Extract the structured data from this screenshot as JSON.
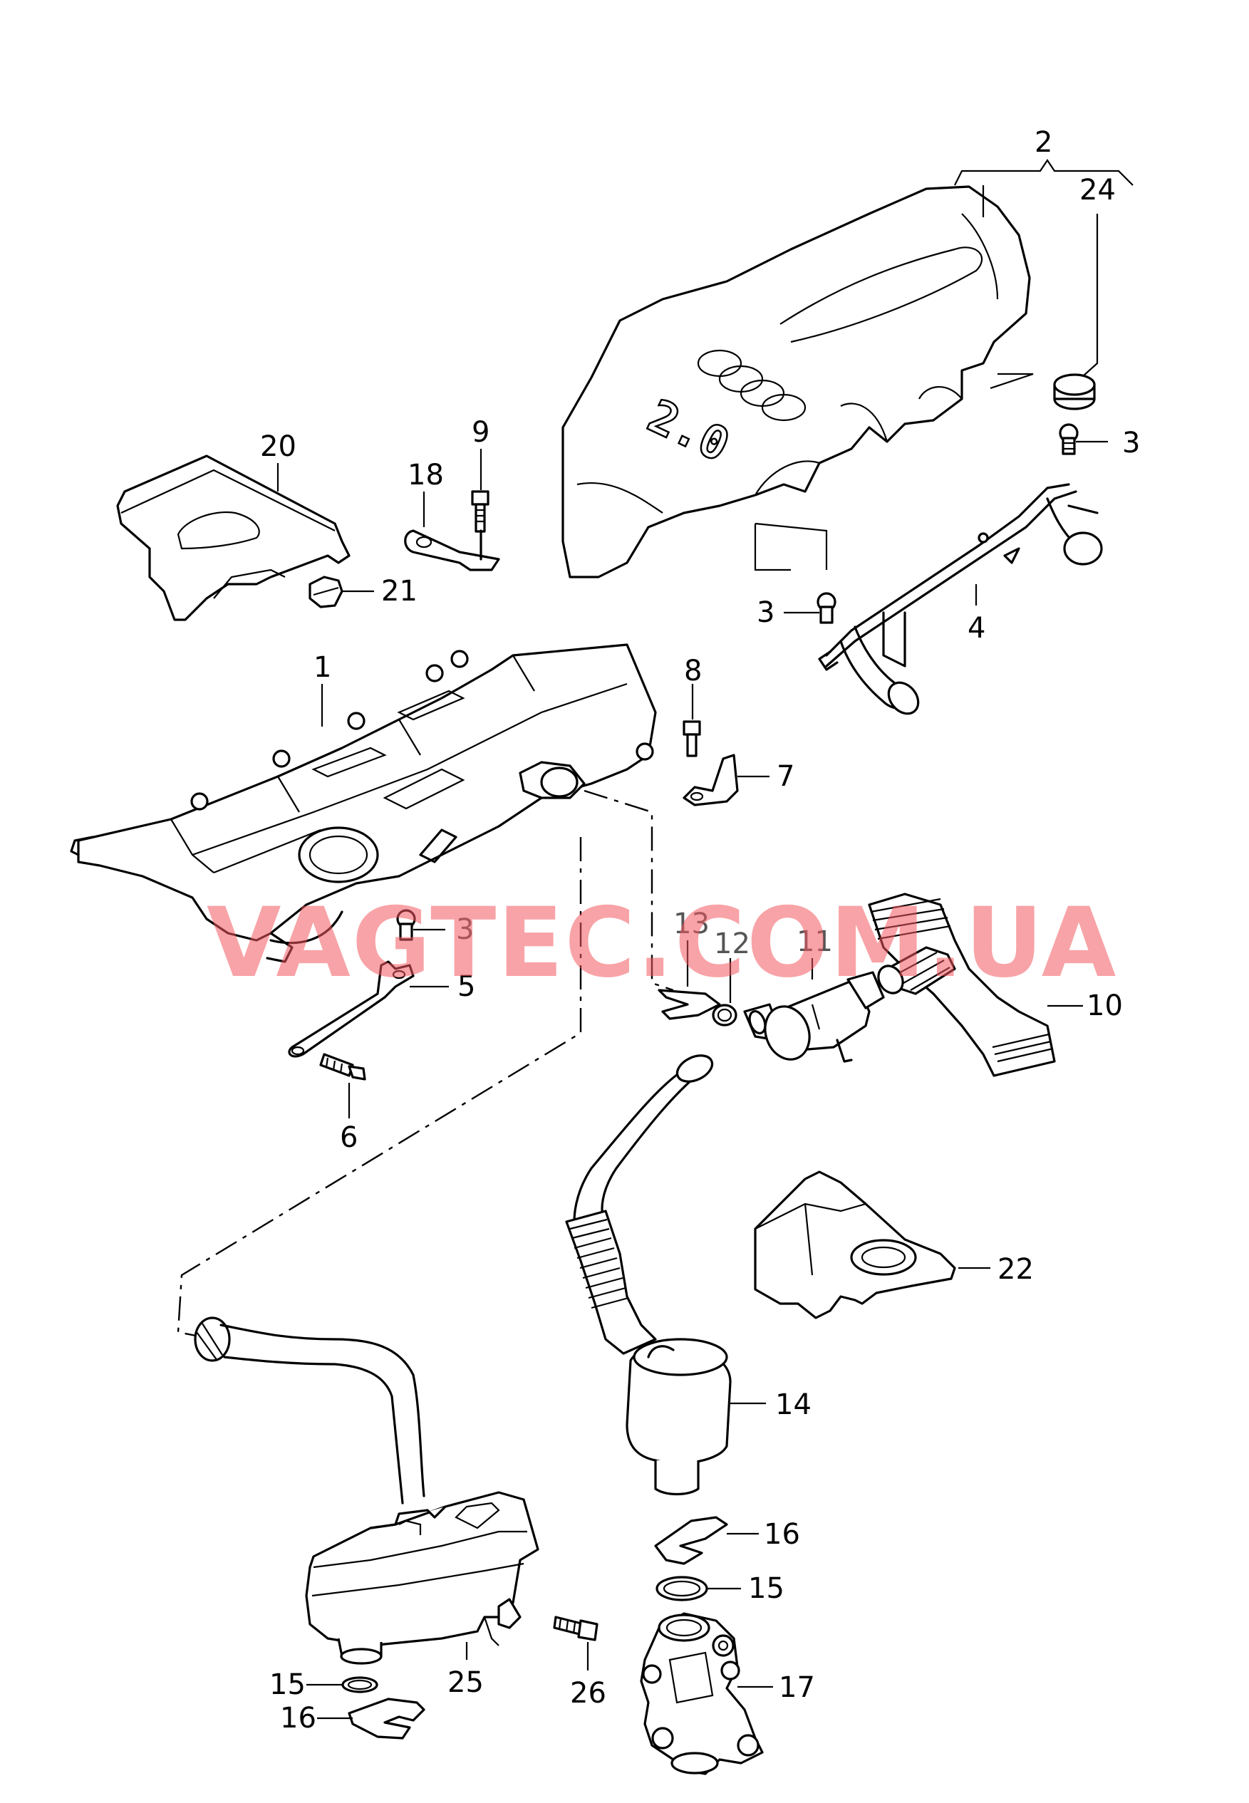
{
  "watermark": "VAGTEC.COM.UA",
  "cover_badge": "2.0",
  "callouts": [
    {
      "id": "c2",
      "label": "2"
    },
    {
      "id": "c24",
      "label": "24"
    },
    {
      "id": "c3a",
      "label": "3"
    },
    {
      "id": "c20",
      "label": "20"
    },
    {
      "id": "c9",
      "label": "9"
    },
    {
      "id": "c18",
      "label": "18"
    },
    {
      "id": "c21",
      "label": "21"
    },
    {
      "id": "c3b",
      "label": "3"
    },
    {
      "id": "c4",
      "label": "4"
    },
    {
      "id": "c1",
      "label": "1"
    },
    {
      "id": "c8",
      "label": "8"
    },
    {
      "id": "c7",
      "label": "7"
    },
    {
      "id": "c3c",
      "label": "3"
    },
    {
      "id": "c5",
      "label": "5"
    },
    {
      "id": "c6",
      "label": "6"
    },
    {
      "id": "c13",
      "label": "13"
    },
    {
      "id": "c12",
      "label": "12"
    },
    {
      "id": "c11",
      "label": "11"
    },
    {
      "id": "c10",
      "label": "10"
    },
    {
      "id": "c22",
      "label": "22"
    },
    {
      "id": "c14",
      "label": "14"
    },
    {
      "id": "c16a",
      "label": "16"
    },
    {
      "id": "c15a",
      "label": "15"
    },
    {
      "id": "c17",
      "label": "17"
    },
    {
      "id": "c15b",
      "label": "15"
    },
    {
      "id": "c25",
      "label": "25"
    },
    {
      "id": "c26",
      "label": "26"
    },
    {
      "id": "c16b",
      "label": "16"
    }
  ]
}
